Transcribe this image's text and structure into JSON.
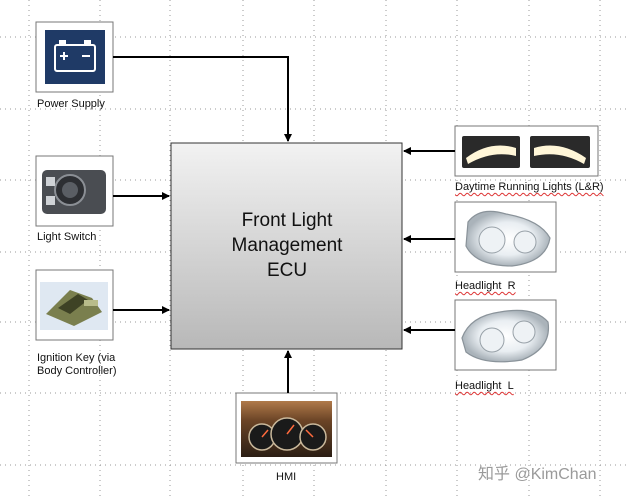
{
  "diagram": {
    "ecu": {
      "line1": "Front Light",
      "line2": "Management",
      "line3": "ECU"
    },
    "inputs": {
      "power_supply": "Power Supply",
      "light_switch": "Light Switch",
      "ignition_key_line1": "Ignition Key (via",
      "ignition_key_line2": "Body Controller)",
      "hmi": "HMI"
    },
    "outputs": {
      "drl": "Daytime Running Lights (L&R)",
      "headlight_r": "Headlight  R",
      "headlight_l": "Headlight  L"
    }
  },
  "watermark": "知乎 @KimChan",
  "colors": {
    "ecu_fill_top": "#f2f2f2",
    "ecu_fill_bottom": "#b8b8b8",
    "battery_icon_bg": "#1f3a66",
    "grid_dots": "#9a9a9a",
    "arrow": "#000000"
  }
}
